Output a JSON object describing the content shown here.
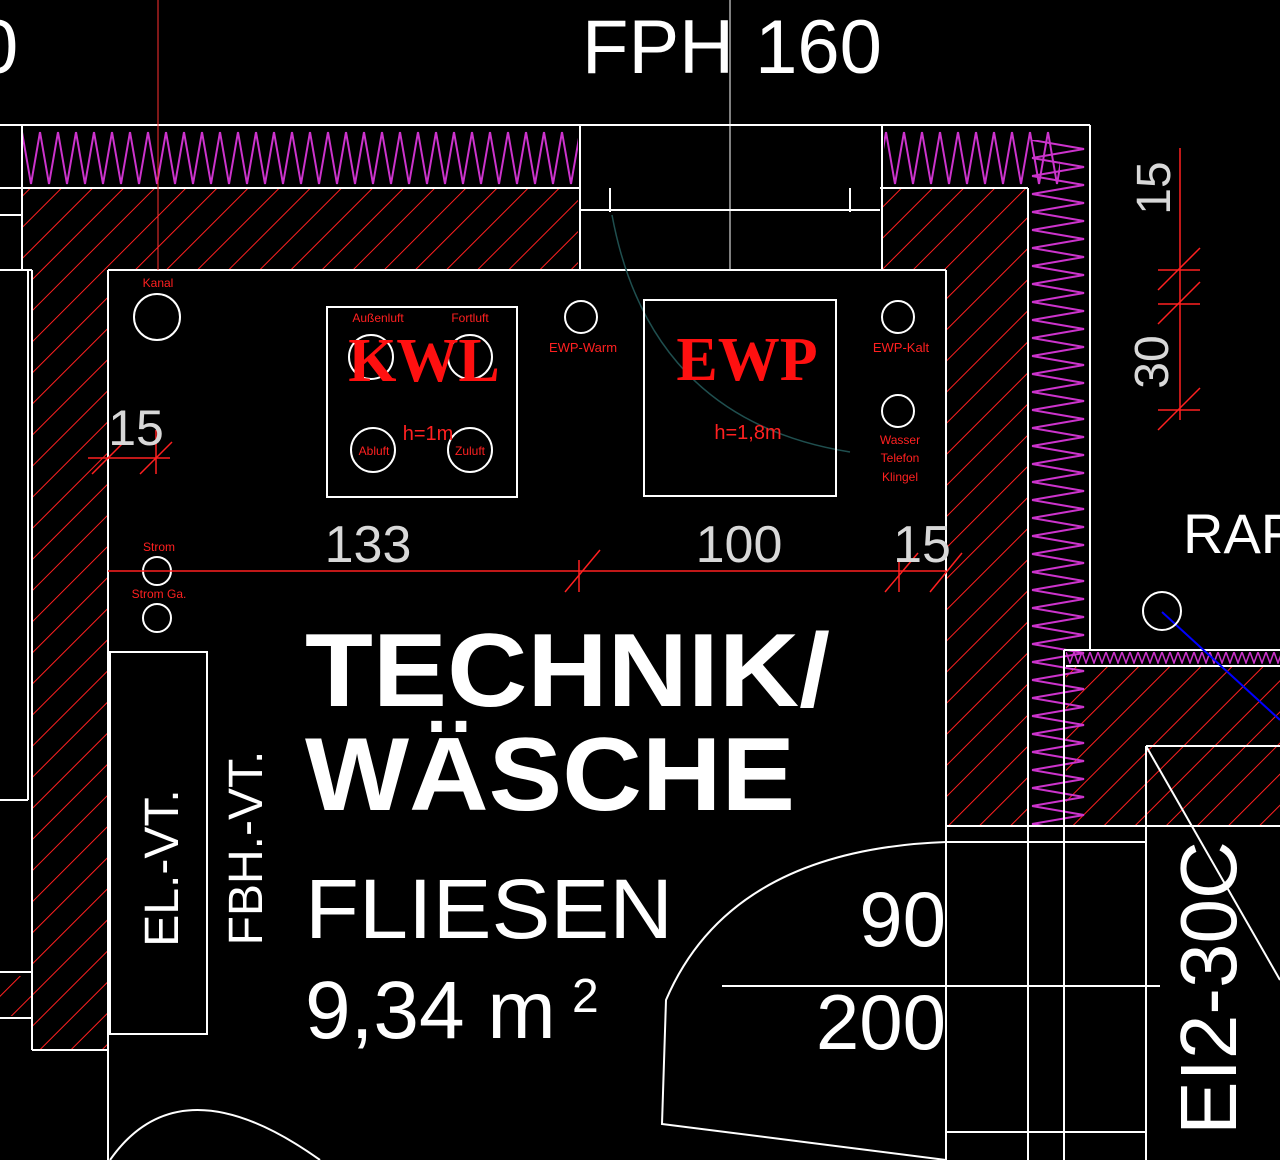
{
  "header": {
    "label": "FPH 160",
    "left_fragment": "0"
  },
  "room": {
    "name_line1": "TECHNIK/",
    "name_line2": "WÄSCHE",
    "floor": "FLIESEN",
    "area_value": "9,34 m",
    "area_exp": "2"
  },
  "neighbor_room": "RAF",
  "door": {
    "width": "90",
    "height": "200",
    "fire_rating": "EI2-30C"
  },
  "distributors": {
    "electric": "EL.-VT.",
    "floor_heating": "FBH.-VT."
  },
  "dimensions": {
    "left_wall": "15",
    "seg_1": "133",
    "seg_2": "100",
    "seg_3": "15",
    "right_upper": "15",
    "right_lower": "30"
  },
  "equipment": {
    "kwl": {
      "label": "KWL",
      "height": "h=1m",
      "ports": {
        "aussenluft": "Außenluft",
        "fortluft": "Fortluft",
        "abluft": "Abluft",
        "zuluft": "Zuluft"
      }
    },
    "ewp": {
      "label": "EWP",
      "height": "h=1,8m"
    }
  },
  "connections": {
    "kanal": "Kanal",
    "ewp_warm": "EWP-Warm",
    "ewp_kalt": "EWP-Kalt",
    "wasser": "Wasser",
    "telefon": "Telefon",
    "klingel": "Klingel",
    "strom": "Strom",
    "strom_ga": "Strom  Ga."
  },
  "colors": {
    "background": "#000000",
    "lines": "#ffffff",
    "wall_hatch": "#ff0000",
    "insulation": "#cc33cc",
    "annotation": "#ff0000",
    "leader": "#0000ff",
    "door_swing": "#1f4f4f"
  }
}
